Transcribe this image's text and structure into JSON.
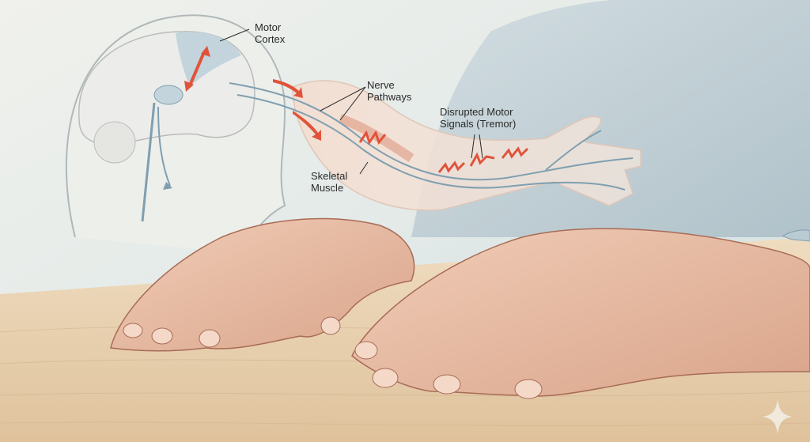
{
  "illustration": {
    "subject": "Hand tremor: motor signal pathway from brain to hand",
    "labels": {
      "motor_cortex": "Motor\nCortex",
      "nerve_pathways": "Nerve\nPathways",
      "disrupted_signals": "Disrupted Motor\nSignals (Tremor)",
      "skeletal_muscle": "Skeletal\nMuscle"
    },
    "watermark_icon": "sparkle-icon"
  },
  "colors": {
    "background_top": "#eef1ee",
    "background_blue": "#d8e4e8",
    "shirt": "#b9cbd3",
    "table_wood": "#e7cfae",
    "skin": "#e9b9a0",
    "brain_gray": "#e9eae6",
    "motor_cortex_blue": "#c3d4dc",
    "nerve_blue": "#7f9fb0",
    "signal_red": "#e0533a",
    "label_text": "#2a2a2a"
  }
}
